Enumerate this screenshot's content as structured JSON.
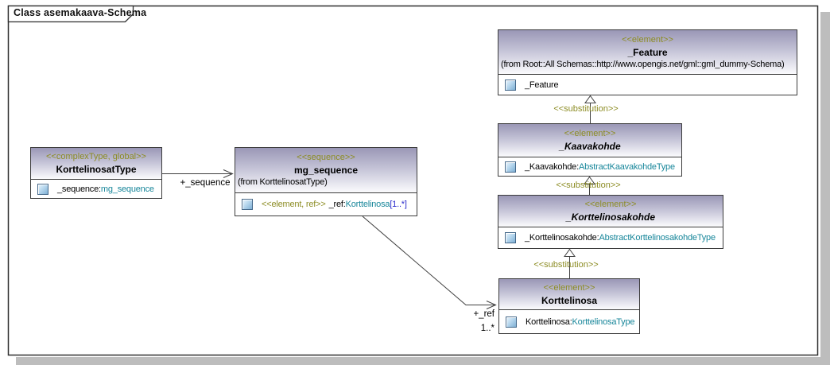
{
  "frame": {
    "title": "Class asemakaava-Schema"
  },
  "colors": {
    "stereotype-olive": "#8c8c23",
    "type-teal": "#17869a",
    "multiplicity-blue": "#2929cc",
    "header-top": "#9a97b6",
    "header-mid": "#c6c5d8",
    "header-bottom": "#fbfbfd",
    "box-border": "#3c3c3c",
    "frame-border": "#2f2f2f",
    "line": "#3f3f3f",
    "shadow": "#bdbdbd"
  },
  "icons": {
    "attribute_icon": "blue-gradient-square"
  },
  "classes": [
    {
      "stereotype": "<<element>>",
      "name": "_Feature",
      "from": "(from Root::All Schemas::http://www.opengis.net/gml::gml_dummy-Schema)",
      "abstract": false,
      "attribute": {
        "stereotype": "",
        "name": "_Feature",
        "type": "",
        "suffix": ""
      }
    },
    {
      "stereotype": "<<element>>",
      "name": "_Kaavakohde",
      "abstract": true,
      "attribute": {
        "stereotype": "",
        "name": "_Kaavakohde:",
        "type": "AbstractKaavakohdeType",
        "suffix": ""
      }
    },
    {
      "stereotype": "<<element>>",
      "name": "_Korttelinosakohde",
      "abstract": true,
      "attribute": {
        "stereotype": "",
        "name": "_Korttelinosakohde:",
        "type": "AbstractKorttelinosakohdeType",
        "suffix": ""
      }
    },
    {
      "stereotype": "<<element>>",
      "name": "Korttelinosa",
      "abstract": false,
      "attribute": {
        "stereotype": "",
        "name": "Korttelinosa:",
        "type": "KorttelinosaType",
        "suffix": ""
      }
    },
    {
      "stereotype": "<<complexType, global>>",
      "name": "KorttelinosatType",
      "abstract": false,
      "attribute": {
        "stereotype": "",
        "name": "_sequence:",
        "type": "mg_sequence",
        "suffix": ""
      }
    },
    {
      "stereotype": "<<sequence>>",
      "name": "mg_sequence",
      "from": "(from KorttelinosatType)",
      "abstract": false,
      "attribute": {
        "stereotype": "<<element, ref>>",
        "name": "_ref:",
        "type": "Korttelinosa",
        "suffix": "[1..*]"
      }
    }
  ],
  "edges": {
    "sequence": {
      "label": "+_sequence"
    },
    "ref": {
      "label": "+_ref",
      "multiplicity": "1..*"
    },
    "substitution_label": "<<substitution>>"
  }
}
